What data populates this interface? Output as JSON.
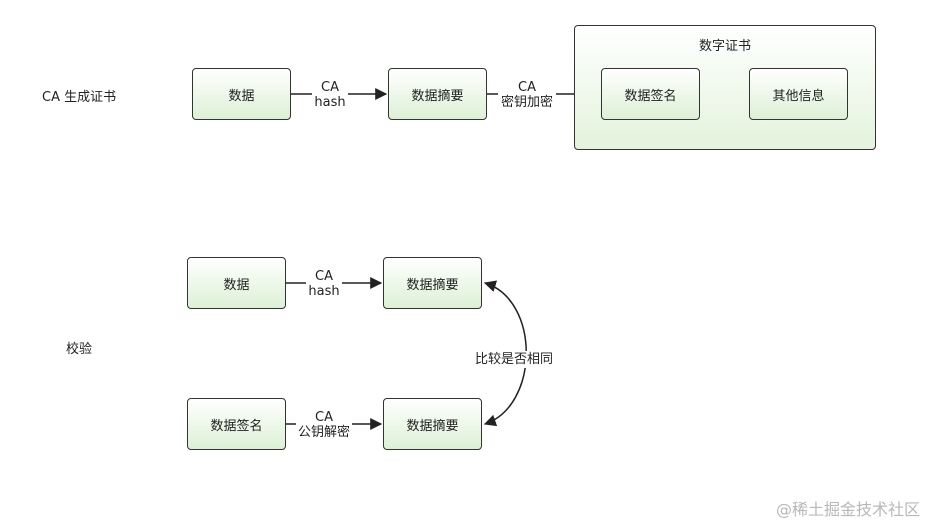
{
  "section1": {
    "row_label": "CA 生成证书",
    "data_box": "数据",
    "edge1": {
      "line1": "CA",
      "line2": "hash"
    },
    "digest_box": "数据摘要",
    "edge2": {
      "line1": "CA",
      "line2": "密钥加密"
    },
    "certificate": {
      "title": "数字证书",
      "signature_box": "数据签名",
      "other_box": "其他信息"
    }
  },
  "section2": {
    "row_label": "校验",
    "data_box": "数据",
    "edge1": {
      "line1": "CA",
      "line2": "hash"
    },
    "digest_box_top": "数据摘要",
    "signature_box": "数据签名",
    "edge2": {
      "line1": "CA",
      "line2": "公钥解密"
    },
    "digest_box_bottom": "数据摘要",
    "compare_label": "比较是否相同"
  },
  "watermark": "@稀土掘金技术社区"
}
